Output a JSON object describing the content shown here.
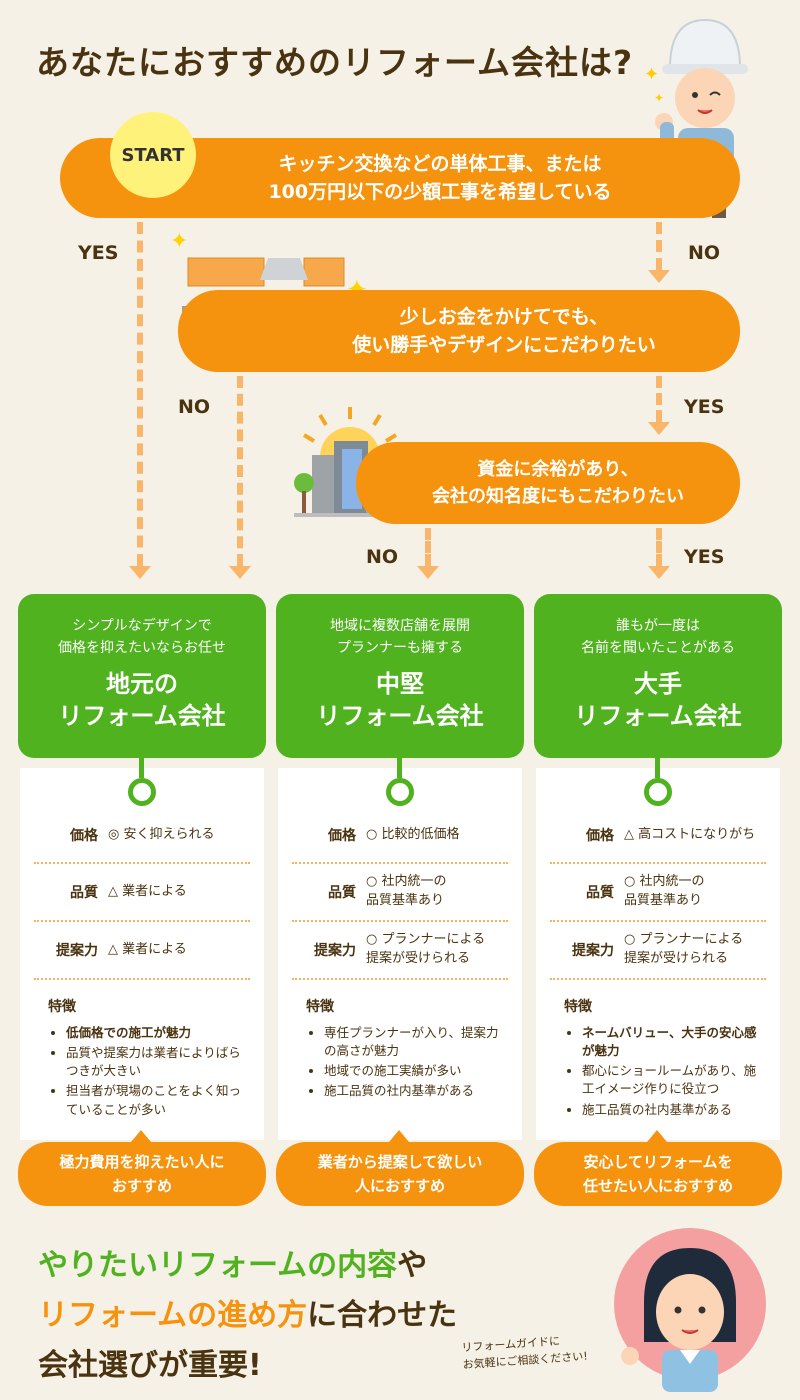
{
  "title": "あなたにおすすめのリフォーム会社は?",
  "start_label": "START",
  "questions": [
    {
      "text": "キッチン交換などの単体工事、または\n100万円以下の少額工事を希望している",
      "yes": "YES",
      "no": "NO"
    },
    {
      "text": "少しお金をかけてでも、\n使い勝手やデザインにこだわりたい",
      "yes": "YES",
      "no": "NO"
    },
    {
      "text": "資金に余裕があり、\n会社の知名度にもこだわりたい",
      "yes": "YES",
      "no": "NO"
    }
  ],
  "labels": {
    "price": "価格",
    "quality": "品質",
    "proposal": "提案力",
    "features": "特徴"
  },
  "cards": [
    {
      "subtitle": "シンプルなデザインで\n価格を抑えたいならお任せ",
      "name": "地元の\nリフォーム会社",
      "price": "◎ 安く抑えられる",
      "quality": "△ 業者による",
      "proposal": "△ 業者による",
      "features": [
        "低価格での施工が魅力",
        "品質や提案力は業者によりばらつきが大きい",
        "担当者が現場のことをよく知っていることが多い"
      ],
      "recommend": "極力費用を抑えたい人に\nおすすめ"
    },
    {
      "subtitle": "地域に複数店舗を展開\nプランナーも擁する",
      "name": "中堅\nリフォーム会社",
      "price": "○ 比較的低価格",
      "quality": "○ 社内統一の\n品質基準あり",
      "proposal": "○ プランナーによる\n提案が受けられる",
      "features": [
        "専任プランナーが入り、提案力の高さが魅力",
        "地域での施工実績が多い",
        "施工品質の社内基準がある"
      ],
      "recommend": "業者から提案して欲しい\n人におすすめ"
    },
    {
      "subtitle": "誰もが一度は\n名前を聞いたことがある",
      "name": "大手\nリフォーム会社",
      "price": "△ 高コストになりがち",
      "quality": "○ 社内統一の\n品質基準あり",
      "proposal": "○ プランナーによる\n提案が受けられる",
      "features": [
        "ネームバリュー、大手の安心感が魅力",
        "都心にショールームがあり、施工イメージ作りに役立つ",
        "施工品質の社内基準がある"
      ],
      "recommend": "安心してリフォームを\n任せたい人におすすめ"
    }
  ],
  "slogan": {
    "line1_a": "やりたいリフォームの内容",
    "line1_b": "や",
    "line2_a": "リフォームの進め方",
    "line2_b": "に合わせた",
    "line3": "会社選びが重要!"
  },
  "guide_note": "リフォームガイドに\nお気軽にご相談ください!",
  "colors": {
    "orange": "#f5930f",
    "green": "#4fb21e",
    "brown": "#4a3310",
    "background": "#f6f1e6"
  }
}
